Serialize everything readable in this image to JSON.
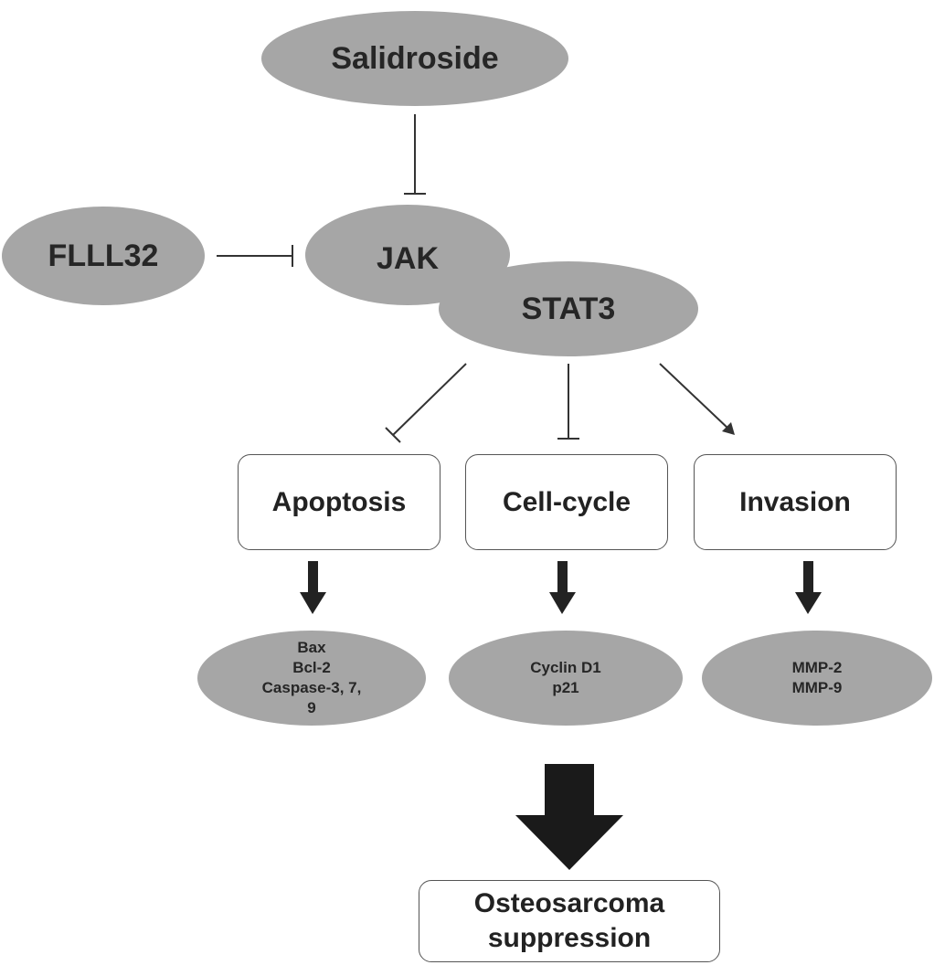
{
  "nodes": {
    "salidroside": "Salidroside",
    "flll32": "FLLL32",
    "jak": "JAK",
    "stat3": "STAT3"
  },
  "processes": {
    "apoptosis": "Apoptosis",
    "cell_cycle": "Cell-cycle",
    "invasion": "Invasion"
  },
  "markers": {
    "apoptosis": [
      "Bax",
      "Bcl-2",
      "Caspase-3, 7,",
      "9"
    ],
    "cell_cycle": [
      "Cyclin D1",
      "p21"
    ],
    "invasion": [
      "MMP-2",
      "MMP-9"
    ]
  },
  "outcome": [
    "Osteosarcoma",
    "suppression"
  ],
  "colors": {
    "oval_fill": "#a6a6a6",
    "line": "#333333",
    "big_arrow": "#1a1a1a"
  }
}
